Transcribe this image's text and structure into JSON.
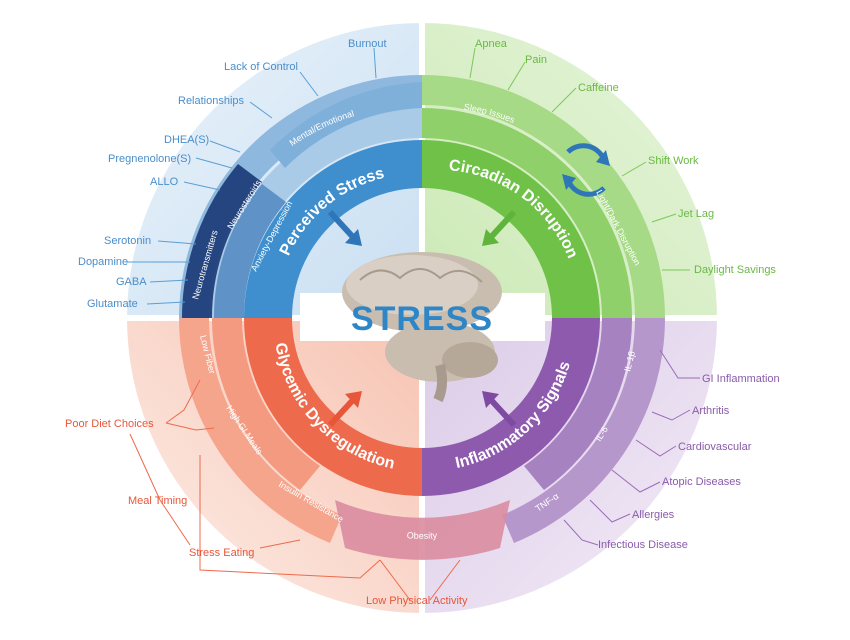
{
  "center": {
    "title": "STRESS"
  },
  "perceived": {
    "title": "Perceived Stress",
    "outer_band": "Mental/Emotional",
    "neurosteroids": "Neurosteroids",
    "anxiety": "Anxiety-Depression",
    "neurotransmitters": "Neurotransmitters",
    "labels": [
      "Burnout",
      "Lack of Control",
      "Relationships",
      "DHEA(S)",
      "Pregnenolone(S)",
      "ALLO",
      "Serotonin",
      "Dopamine",
      "GABA",
      "Glutamate"
    ]
  },
  "circadian": {
    "title": "Circadian Disruption",
    "outer_band": "Sleep Issues",
    "inner_band": "Light/Dark Disruption",
    "labels": [
      "Apnea",
      "Pain",
      "Caffeine",
      "Shift Work",
      "Jet Lag",
      "Daylight Savings"
    ]
  },
  "glycemic": {
    "title": "Glycemic Dysregulation",
    "bands": [
      "Low Fiber",
      "High GI Meals",
      "Insulin Resistance"
    ],
    "labels": [
      "Poor Diet Choices",
      "Meal Timing",
      "Stress Eating"
    ]
  },
  "inflammatory": {
    "title": "Inflammatory Signals",
    "bands": [
      "IL-1β",
      "IL-6",
      "TNF-α"
    ],
    "labels": [
      "GI Inflammation",
      "Arthritis",
      "Cardiovascular",
      "Atopic Diseases",
      "Allergies",
      "Infectious Disease"
    ]
  },
  "shared": {
    "obesity": "Obesity",
    "low_activity": "Low Physical Activity"
  },
  "colors": {
    "blue": "#4a9bd3",
    "blue_dark": "#1f3e7a",
    "green": "#7dc75a",
    "orange": "#ee6a4c",
    "purple": "#9a6bb8",
    "stress_text": "#2f86c6"
  }
}
